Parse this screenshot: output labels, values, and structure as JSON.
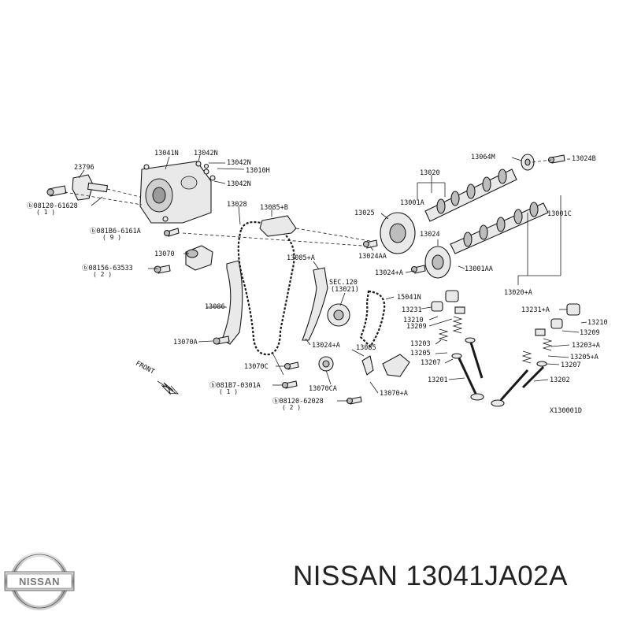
{
  "labels": {
    "l13041N": "13041N",
    "l13042N_a": "13042N",
    "l13042N_b": "13042N",
    "l13010H": "13010H",
    "l13042N_c": "13042N",
    "l23796": "23796",
    "l08120_61628": "ⓑ08120-61628",
    "l08120_61628_q": "( 1 )",
    "l13028": "13028",
    "l13085B": "13085+B",
    "l13020": "13020",
    "l13064M": "13064M",
    "l13024B": "13024B",
    "l13001A": "13001A",
    "l13025": "13025",
    "l13001C": "13001C",
    "l08186_6161A": "ⓑ081B6-6161A",
    "l08186_q": "( 9 )",
    "l13024": "13024",
    "l13024AA": "13024AA",
    "l13070": "13070",
    "l13085A": "13085+A",
    "l08156_63533": "ⓑ08156-63533",
    "l08156_q": "( 2 )",
    "l13024A": "13024+A",
    "l13001AA": "13001AA",
    "lSEC120": "SEC.120",
    "l13021": "(13021)",
    "l13020A": "13020+A",
    "l15041N": "15041N",
    "l13086": "13086",
    "l13231": "13231",
    "l13231A": "13231+A",
    "l13210a": "13210",
    "l13210b": "13210",
    "l13209a": "13209",
    "l13209b": "13209",
    "l13070A": "13070A",
    "l13024Ab": "13024+A",
    "l13085": "13085",
    "l13203": "13203",
    "l13203A": "13203+A",
    "l13205": "13205",
    "l13205A": "13205+A",
    "l13207a": "13207",
    "l13207b": "13207",
    "l13070C": "13070C",
    "lFRONT": "FRONT",
    "l08187_0301A": "ⓑ081B7-0301A",
    "l08187_q": "( 1 )",
    "l13070CA": "13070CA",
    "l13201": "13201",
    "l13202": "13202",
    "l08120_62028": "ⓑ08120-62028",
    "l08120_62028_q": "( 2 )",
    "l13070Ab": "13070+A",
    "lX130001D": "X130001D"
  },
  "footer": {
    "brand_logo_text": "NISSAN",
    "title": "NISSAN 13041JA02A"
  }
}
